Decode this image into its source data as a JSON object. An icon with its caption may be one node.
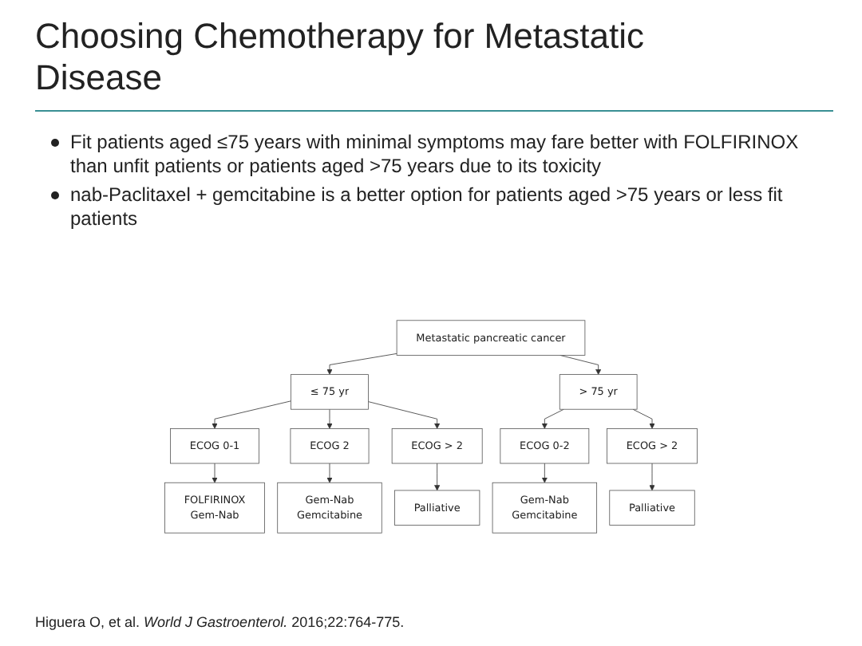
{
  "diagram": {
    "title": "Choosing Chemotherapy for Metastatic Disease",
    "caption": "Higuera O, et al. *World J Gastroenterol.* 2016;22:764-775.",
    "nodes": [
      {
        "text": [
          "Metastatic pancreatic cancer"
        ]
      },
      {
        "text": [
          "≤ 75 yr"
        ]
      },
      {
        "text": [
          "> 75 yr"
        ]
      },
      {
        "text": [
          "ECOG 0-1"
        ]
      },
      {
        "text": [
          "ECOG 2"
        ]
      },
      {
        "text": [
          "ECOG > 2"
        ]
      },
      {
        "text": [
          "ECOG 0-2"
        ]
      },
      {
        "text": [
          "ECOG > 2"
        ]
      },
      {
        "text": [
          "FOLFIRINOX",
          "Gem-Nab"
        ]
      },
      {
        "text": [
          "Gem-Nab",
          "Gemcitabine"
        ]
      },
      {
        "text": [
          "Palliative"
        ]
      },
      {
        "text": [
          "Gem-Nab",
          "Gemcitabine"
        ]
      },
      {
        "text": [
          "Palliative"
        ]
      }
    ],
    "edges": [
      {
        "from": 0,
        "to": 1,
        "arrow": "to"
      },
      {
        "from": 0,
        "to": 2,
        "arrow": "to"
      },
      {
        "from": 1,
        "to": 3,
        "arrow": "to"
      },
      {
        "from": 1,
        "to": 4,
        "arrow": "to"
      },
      {
        "from": 1,
        "to": 5,
        "arrow": "to"
      },
      {
        "from": 2,
        "to": 6,
        "arrow": "to"
      },
      {
        "from": 2,
        "to": 7,
        "arrow": "to"
      },
      {
        "from": 3,
        "to": 8,
        "arrow": "to"
      },
      {
        "from": 4,
        "to": 9,
        "arrow": "to"
      },
      {
        "from": 5,
        "to": 10,
        "arrow": "to"
      },
      {
        "from": 6,
        "to": 11,
        "arrow": "to"
      },
      {
        "from": 7,
        "to": 12,
        "arrow": "to"
      }
    ],
    "labels": [
      "Fit patients aged ≤75 years with minimal symptoms may fare better with FOLFIRINOX than unfit patients or patients aged >75 years due to its toxicity",
      "nab-Paclitaxel + gemcitabine is a better option for patients aged >75 years or less fit patients"
    ]
  }
}
